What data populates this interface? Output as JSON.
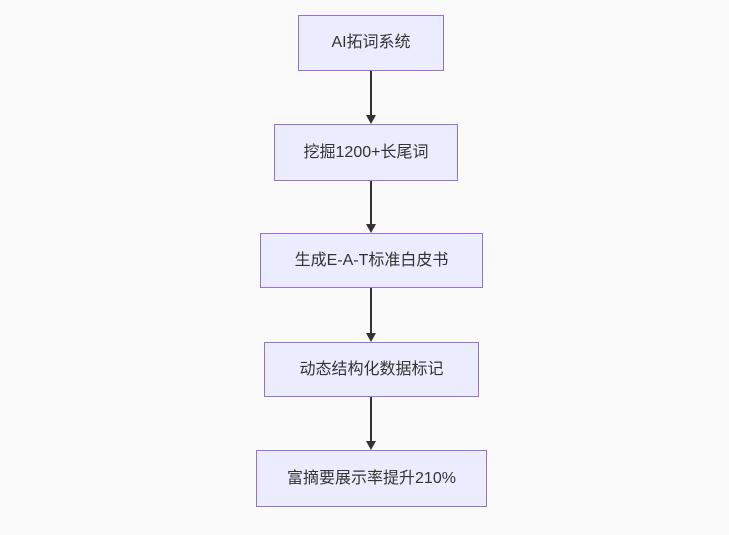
{
  "flowchart": {
    "type": "flowchart",
    "direction": "top-down",
    "nodes": [
      {
        "id": "n1",
        "label": "AI拓词系统"
      },
      {
        "id": "n2",
        "label": "挖掘1200+长尾词"
      },
      {
        "id": "n3",
        "label": "生成E-A-T标准白皮书"
      },
      {
        "id": "n4",
        "label": "动态结构化数据标记"
      },
      {
        "id": "n5",
        "label": "富摘要展示率提升210%"
      }
    ],
    "edges": [
      {
        "from": "n1",
        "to": "n2",
        "style": "arrow-down"
      },
      {
        "from": "n2",
        "to": "n3",
        "style": "arrow-down"
      },
      {
        "from": "n3",
        "to": "n4",
        "style": "arrow-down"
      },
      {
        "from": "n4",
        "to": "n5",
        "style": "arrow-down"
      }
    ],
    "colors": {
      "node_fill": "#ececff",
      "node_border": "#9370db",
      "node_text": "#333333",
      "arrow": "#333333",
      "background": "#fafafa"
    }
  }
}
